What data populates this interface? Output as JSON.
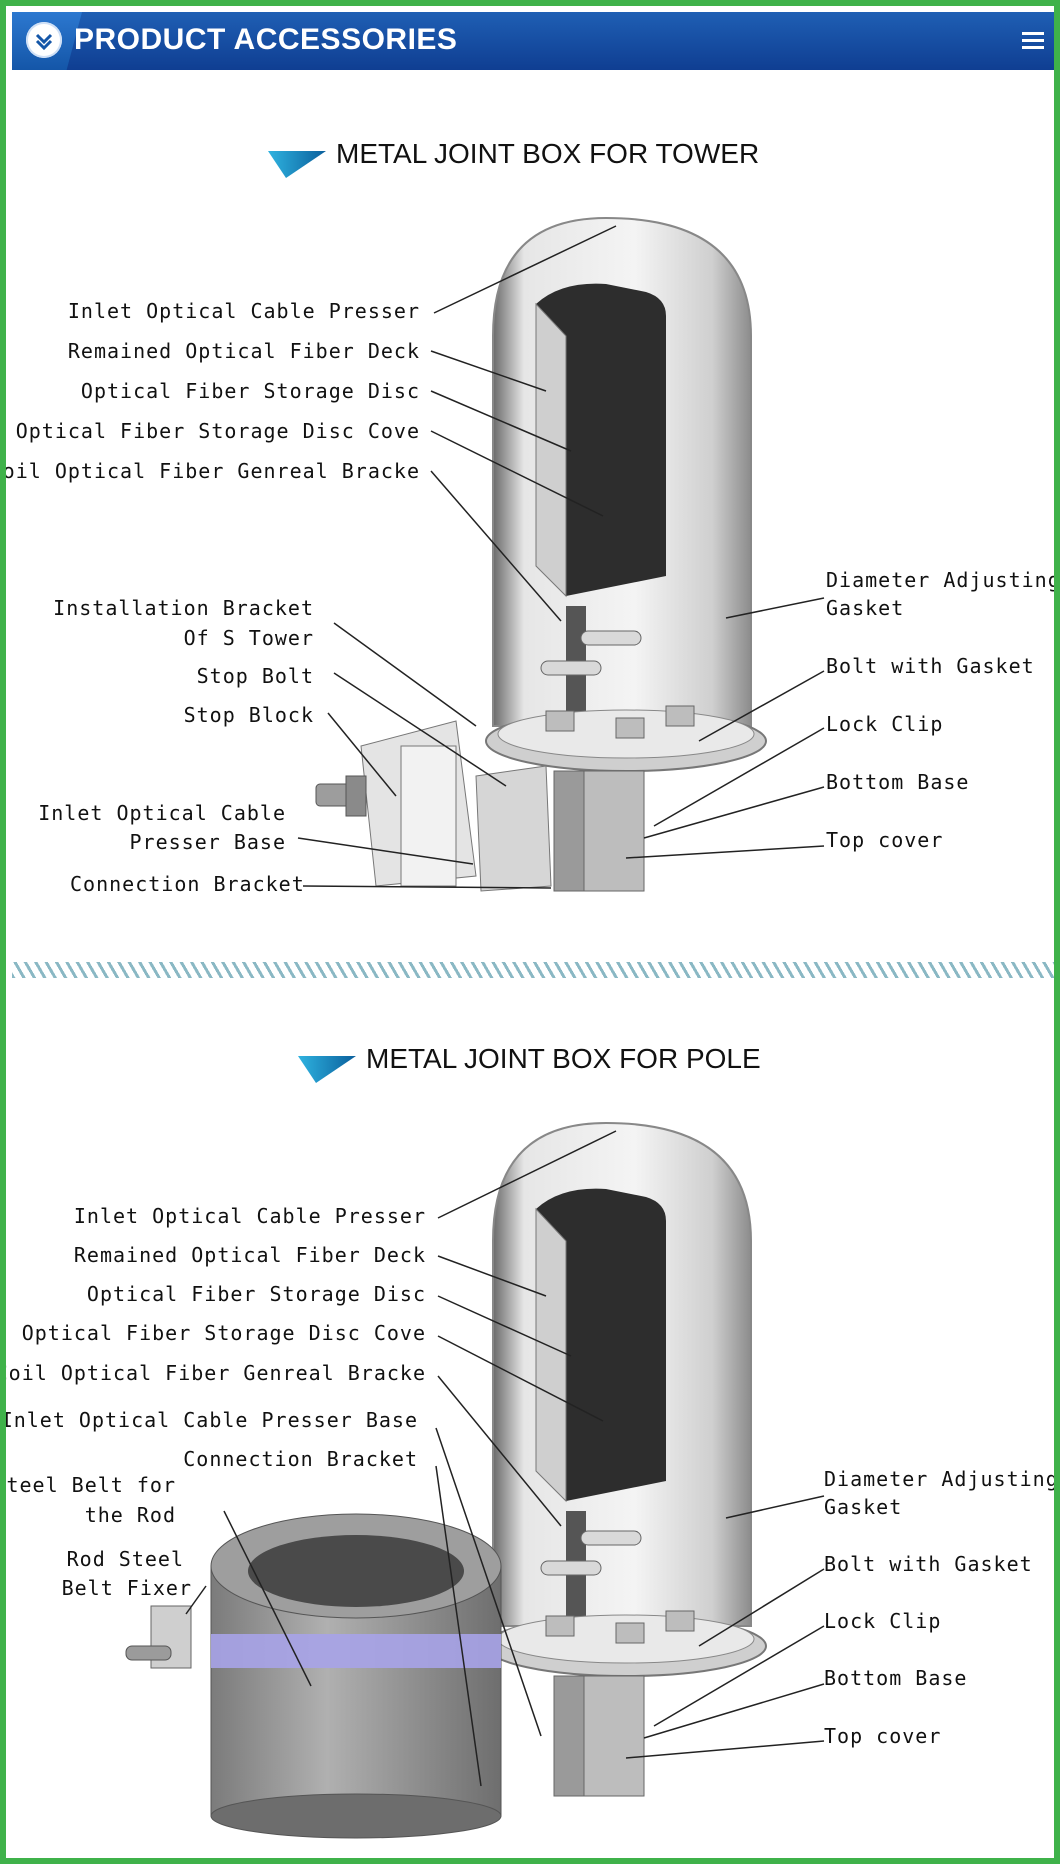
{
  "header": {
    "title": "PRODUCT ACCESSORIES",
    "menu_icon": "menu-icon",
    "logo_icon": "chevron-down-icon"
  },
  "tower": {
    "title": "METAL JOINT BOX  FOR TOWER",
    "labels_left": {
      "inlet_presser": "Inlet Optical Cable Presser",
      "remained_deck": "Remained Optical Fiber Deck",
      "storage_disc": "Optical Fiber Storage Disc",
      "storage_disc_cove": "Optical Fiber Storage Disc Cove",
      "coil_bracke": "Coil Optical Fiber Genreal Bracke",
      "install_bracket_1": "Installation Bracket",
      "install_bracket_2": "Of S Tower",
      "stop_bolt": "Stop Bolt",
      "stop_block": "Stop Block",
      "presser_base_1": "Inlet Optical Cable",
      "presser_base_2": "Presser Base",
      "connection_bracket": "Connection Bracket"
    },
    "labels_right": {
      "diameter_1": "Diameter Adjusting",
      "diameter_2": "Gasket",
      "bolt_gasket": "Bolt with Gasket",
      "lock_clip": "Lock Clip",
      "bottom_base": "Bottom Base",
      "top_cover": "Top cover"
    }
  },
  "pole": {
    "title": "METAL JOINT BOX FOR POLE",
    "labels_left": {
      "inlet_presser": "Inlet Optical Cable Presser",
      "remained_deck": "Remained Optical Fiber Deck",
      "storage_disc": "Optical Fiber Storage Disc",
      "storage_disc_cove": "Optical Fiber Storage Disc Cove",
      "coil_bracke": "Coil Optical Fiber Genreal Bracke",
      "presser_base": "Inlet Optical Cable Presser Base",
      "connection_bracket": "Connection Bracket",
      "steel_belt_1": "Steel Belt for",
      "steel_belt_2": "the Rod",
      "belt_fixer_1": "Rod Steel",
      "belt_fixer_2": "Belt Fixer"
    },
    "labels_right": {
      "diameter_1": "Diameter Adjusting",
      "diameter_2": "Gasket",
      "bolt_gasket": "Bolt with Gasket",
      "lock_clip": "Lock Clip",
      "bottom_base": "Bottom Base",
      "top_cover": "Top cover"
    }
  }
}
